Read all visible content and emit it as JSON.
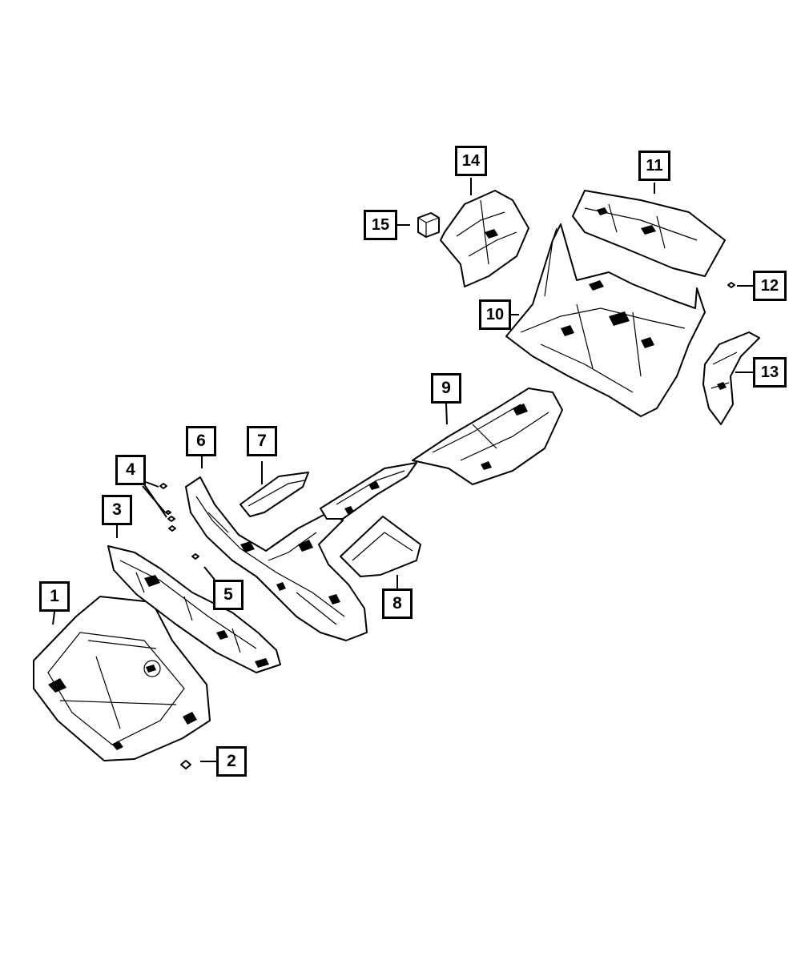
{
  "callouts": [
    {
      "id": "callout-1",
      "text": "1"
    },
    {
      "id": "callout-2",
      "text": "2"
    },
    {
      "id": "callout-3",
      "text": "3"
    },
    {
      "id": "callout-4",
      "text": "4"
    },
    {
      "id": "callout-5",
      "text": "5"
    },
    {
      "id": "callout-6",
      "text": "6"
    },
    {
      "id": "callout-7",
      "text": "7"
    },
    {
      "id": "callout-8",
      "text": "8"
    },
    {
      "id": "callout-9",
      "text": "9"
    },
    {
      "id": "callout-10",
      "text": "10"
    },
    {
      "id": "callout-11",
      "text": "11"
    },
    {
      "id": "callout-12",
      "text": "12"
    },
    {
      "id": "callout-13",
      "text": "13"
    },
    {
      "id": "callout-14",
      "text": "14"
    },
    {
      "id": "callout-15",
      "text": "15"
    }
  ],
  "colors": {
    "line": "#000000",
    "background": "#ffffff"
  }
}
